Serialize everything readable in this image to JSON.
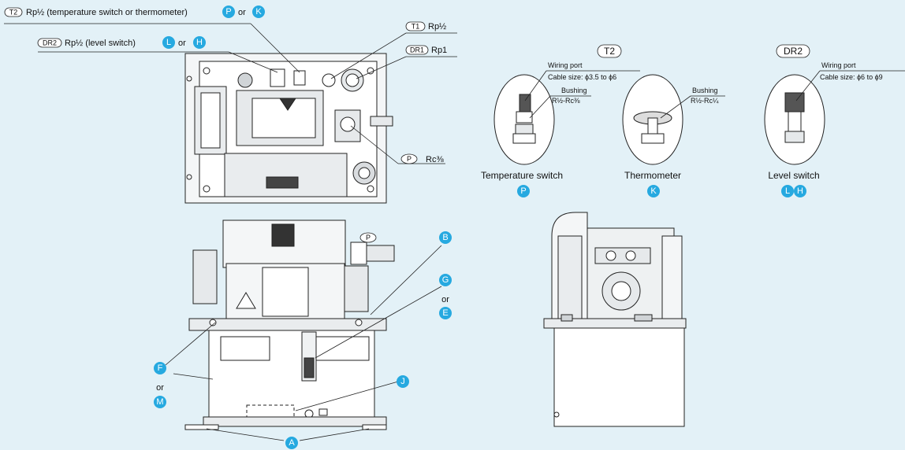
{
  "colors": {
    "background": "#e3f1f7",
    "badge": "#26a9e0",
    "line": "#222222",
    "machine_fill": "#ffffff"
  },
  "callouts": {
    "t2": {
      "tag": "T2",
      "text": "Rp½ (temperature switch or thermometer)",
      "opt1": "P",
      "or": "or",
      "opt2": "K"
    },
    "dr2": {
      "tag": "DR2",
      "text": "Rp½ (level switch)",
      "opt1": "L",
      "or": "or",
      "opt2": "H"
    },
    "t1": {
      "tag": "T1",
      "text": "Rp½"
    },
    "dr1": {
      "tag": "DR1",
      "text": "Rp1"
    },
    "p": {
      "tag": "P",
      "text": "Rc⅜"
    },
    "p_side": {
      "tag": "P"
    }
  },
  "side_badges": {
    "b": "B",
    "g": "G",
    "or_ge": "or",
    "e": "E",
    "f": "F",
    "or_fm": "or",
    "m": "M",
    "j": "J",
    "a": "A"
  },
  "details": {
    "t2_title": "T2",
    "wiring_port": "Wiring port",
    "cable_size_t2": "Cable size: ϕ3.5 to ϕ6",
    "bushing_1": "Bushing",
    "bushing_1_size": "R½-Rc⅜",
    "bushing_2": "Bushing",
    "bushing_2_size": "R½-Rc¼",
    "dr2_title": "DR2",
    "wiring_port_dr2": "Wiring port",
    "cable_size_dr2": "Cable size: ϕ6 to ϕ9",
    "temp_switch": "Temperature switch",
    "temp_badge": "P",
    "thermometer": "Thermometer",
    "thermo_badge": "K",
    "level_switch": "Level switch",
    "level_badge_1": "L",
    "level_badge_2": "H"
  }
}
